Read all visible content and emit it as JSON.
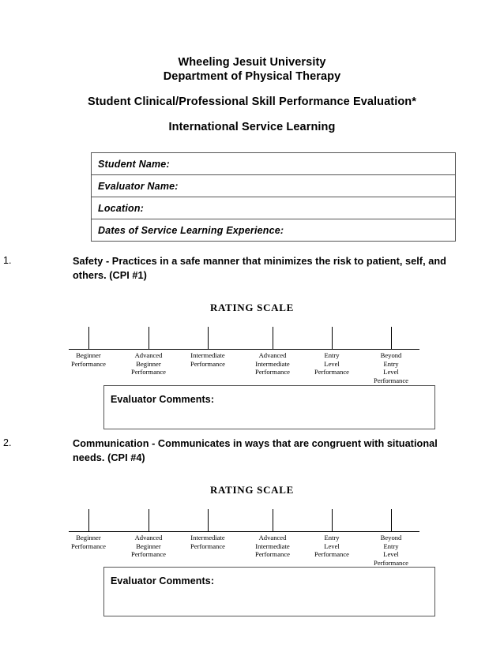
{
  "header": {
    "line1": "Wheeling Jesuit University",
    "line2": "Department of Physical Therapy",
    "line3": "Student Clinical/Professional Skill Performance Evaluation*",
    "line4": "International Service Learning"
  },
  "info_table": {
    "rows": [
      {
        "label": "Student Name:",
        "value": ""
      },
      {
        "label": "Evaluator Name:",
        "value": ""
      },
      {
        "label": "Location:",
        "value": ""
      },
      {
        "label": "Dates of Service Learning Experience:",
        "value": ""
      }
    ]
  },
  "rating_scale": {
    "title": "RATING SCALE",
    "labels": [
      "Beginner\nPerformance",
      "Advanced\nBeginner\nPerformance",
      "Intermediate\nPerformance",
      "Advanced\nIntermediate\nPerformance",
      "Entry\nLevel\nPerformance",
      "Beyond\nEntry\nLevel\nPerformance"
    ]
  },
  "items": [
    {
      "number": "1.",
      "text": "Safety - Practices in a safe manner that minimizes the risk to patient, self, and others. (CPI #1)",
      "rating_title": "RATING SCALE",
      "comments_label": "Evaluator Comments:",
      "comments_value": ""
    },
    {
      "number": "2.",
      "text": "Communication - Communicates in ways that are congruent with situational needs.  (CPI #4)",
      "rating_title": "RATING SCALE",
      "comments_label": "Evaluator Comments:",
      "comments_value": ""
    }
  ]
}
